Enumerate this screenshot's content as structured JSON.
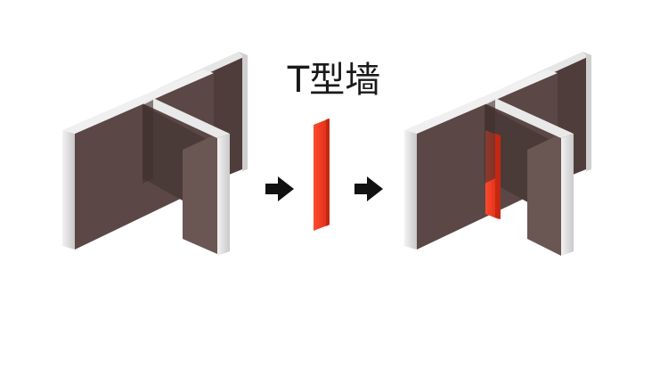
{
  "title": "T型墙",
  "colors": {
    "wall_face": "#5b4846",
    "wall_face_light": "#6e5b58",
    "wall_face_dark": "#4a3a38",
    "wall_edge": "#e8e8e8",
    "wall_edge_shadow": "#b8b8b8",
    "insert_panel": "#f23a22",
    "insert_panel_shade": "#c42812",
    "arrow": "#111111"
  },
  "icons": [
    "t-wall-before",
    "arrow-right-icon",
    "red-insert-panel",
    "arrow-right-icon",
    "t-wall-after"
  ]
}
